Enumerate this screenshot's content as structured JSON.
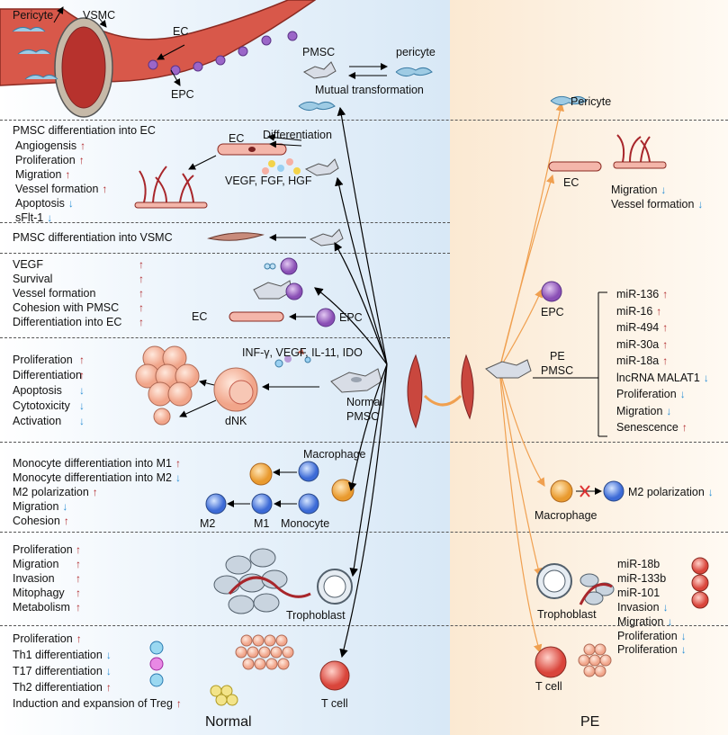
{
  "normal_panel": {
    "footer": "Normal",
    "top": {
      "pericyte": "Pericyte",
      "vsmc": "VSMC",
      "ec": "EC",
      "epc": "EPC",
      "pmsc": "PMSC",
      "pericyte_lower": "pericyte",
      "mutual": "Mutual transformation"
    },
    "ec_section": {
      "title": "PMSC differentiation into EC",
      "items": [
        {
          "label": "Angiogensis",
          "arrow": "up"
        },
        {
          "label": "Proliferation",
          "arrow": "up"
        },
        {
          "label": "Migration",
          "arrow": "up"
        },
        {
          "label": "Vessel formation",
          "arrow": "up"
        },
        {
          "label": "Apoptosis",
          "arrow": "down"
        },
        {
          "label": "sFlt-1",
          "arrow": "down"
        }
      ],
      "ec_label": "EC",
      "differentiation": "Differentiation",
      "factors": "VEGF, FGF, HGF"
    },
    "vsmc_section": {
      "title": "PMSC differentiation into VSMC"
    },
    "epc_section": {
      "items": [
        {
          "label": "VEGF",
          "arrow": "up"
        },
        {
          "label": "Survival",
          "arrow": "up"
        },
        {
          "label": "Vessel formation",
          "arrow": "up"
        },
        {
          "label": "Cohesion with PMSC",
          "arrow": "up"
        },
        {
          "label": "Differentiation into EC",
          "arrow": "up"
        }
      ],
      "ec": "EC",
      "epc": "EPC"
    },
    "dnk_section": {
      "items": [
        {
          "label": "Proliferation",
          "arrow": "up"
        },
        {
          "label": "Differentiation",
          "arrow": "up"
        },
        {
          "label": "Apoptosis",
          "arrow": "down"
        },
        {
          "label": "Cytotoxicity",
          "arrow": "down"
        },
        {
          "label": "Activation",
          "arrow": "down"
        }
      ],
      "factors": "INF-γ, VEGF, IL-11, IDO",
      "dnk": "dNK",
      "normal_pmsc_1": "Normal",
      "normal_pmsc_2": "PMSC"
    },
    "macro_section": {
      "items": [
        {
          "label": "Monocyte differentiation into M1",
          "arrow": "up"
        },
        {
          "label": "Monocyte differentiation into M2",
          "arrow": "down"
        },
        {
          "label": "M2 polarization",
          "arrow": "up"
        },
        {
          "label": "Migration",
          "arrow": "down"
        },
        {
          "label": "Cohesion",
          "arrow": "up"
        }
      ],
      "macrophage": "Macrophage",
      "m2": "M2",
      "m1": "M1",
      "monocyte": "Monocyte"
    },
    "troph_section": {
      "items": [
        {
          "label": "Proliferation",
          "arrow": "up"
        },
        {
          "label": "Migration",
          "arrow": "up"
        },
        {
          "label": "Invasion",
          "arrow": "up"
        },
        {
          "label": "Mitophagy",
          "arrow": "up"
        },
        {
          "label": "Metabolism",
          "arrow": "up"
        }
      ],
      "trophoblast": "Trophoblast"
    },
    "t_section": {
      "items": [
        {
          "label": "Proliferation",
          "arrow": "up"
        },
        {
          "label": "Th1 differentiation",
          "arrow": "down"
        },
        {
          "label": "T17 differentiation",
          "arrow": "down"
        },
        {
          "label": "Th2 differentiation",
          "arrow": "up"
        },
        {
          "label": "Induction and expansion of Treg",
          "arrow": "up"
        }
      ],
      "tcell": "T cell"
    }
  },
  "pe_panel": {
    "footer": "PE",
    "pericyte": "Pericyte",
    "ec": "EC",
    "ec_items": [
      {
        "label": "Migration",
        "arrow": "down"
      },
      {
        "label": "Vessel formation",
        "arrow": "down"
      }
    ],
    "epc": "EPC",
    "pe_pmsc_1": "PE",
    "pe_pmsc_2": "PMSC",
    "mirna": [
      {
        "label": "miR-136",
        "arrow": "up"
      },
      {
        "label": "miR-16",
        "arrow": "up"
      },
      {
        "label": "miR-494",
        "arrow": "up"
      },
      {
        "label": "miR-30a",
        "arrow": "up"
      },
      {
        "label": "miR-18a",
        "arrow": "up"
      },
      {
        "label": "lncRNA MALAT1",
        "arrow": "down"
      },
      {
        "label": "Proliferation",
        "arrow": "down"
      },
      {
        "label": "Migration",
        "arrow": "down"
      },
      {
        "label": "Senescence",
        "arrow": "up"
      }
    ],
    "m2_polarization": {
      "label": "M2 polarization",
      "arrow": "down"
    },
    "macrophage": "Macrophage",
    "troph_mirna": [
      "miR-18b",
      "miR-133b",
      "miR-101"
    ],
    "troph_items": [
      {
        "label": "Invasion",
        "arrow": "down"
      },
      {
        "label": "Migration",
        "arrow": "down"
      },
      {
        "label": "Proliferation",
        "arrow": "down"
      }
    ],
    "trophoblast": "Trophoblast",
    "tcell": "T cell",
    "t_items": [
      {
        "label": "Proliferation",
        "arrow": "down"
      }
    ]
  },
  "colors": {
    "up_arrow": "#b0282b",
    "down_arrow": "#2a8fd6",
    "normal_arrow": "#000000",
    "pe_arrow": "#f0a050"
  }
}
